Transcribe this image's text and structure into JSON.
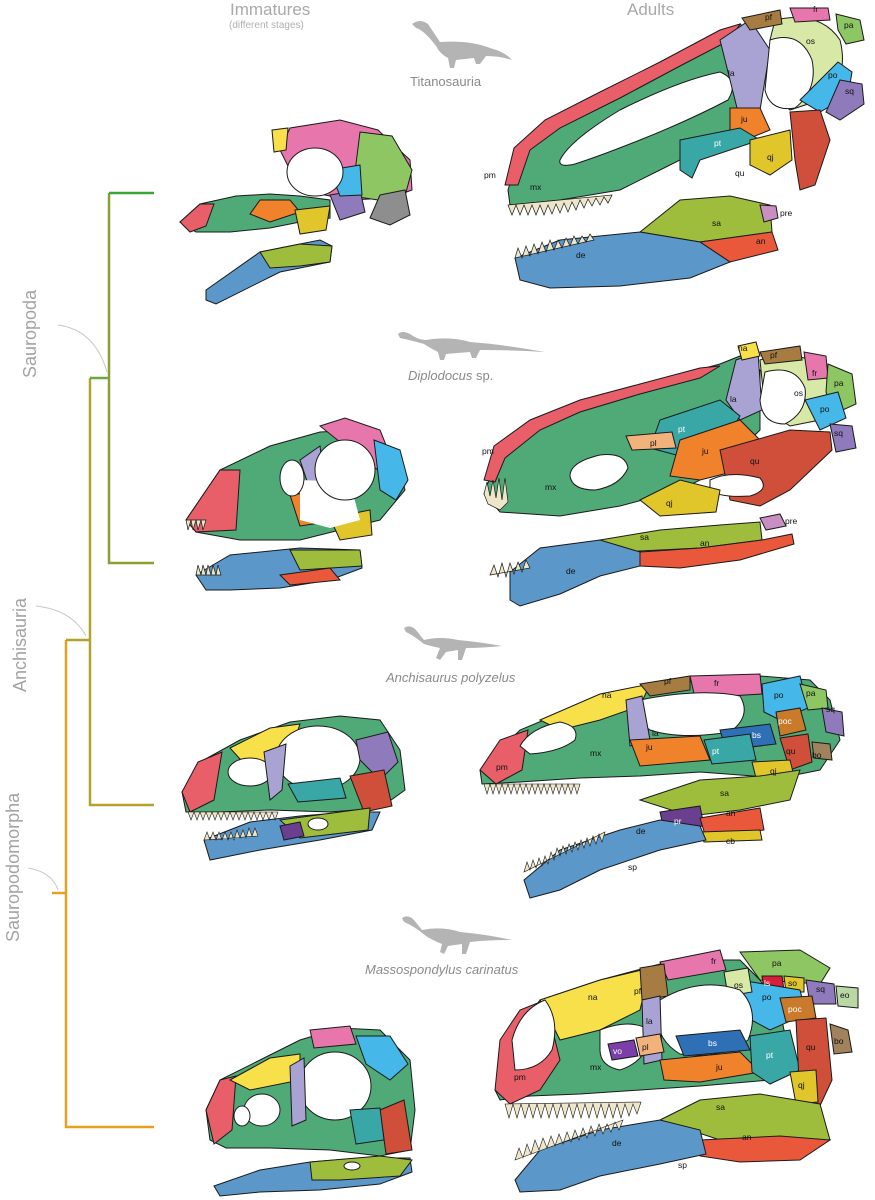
{
  "headers": {
    "immatures": "Immatures",
    "immatures_sub": "(different stages)",
    "adults": "Adults"
  },
  "clades": {
    "sauropoda": "Sauropoda",
    "anchisauria": "Anchisauria",
    "sauropodomorpha": "Sauropodomorpha"
  },
  "taxa": {
    "titanosauria": "Titanosauria",
    "diplodocus_genus": "Diplodocus",
    "diplodocus_sp": " sp.",
    "anchisaurus": "Anchisaurus polyzelus",
    "massospondylus": "Massospondylus carinatus"
  },
  "colors": {
    "sauropoda_branch": "#3aa637",
    "anchisauria_branch": "#8aa032",
    "sauropodomorpha_branch": "#e8a020",
    "maxilla": "#4faa78",
    "dentary": "#5b97c9",
    "jugal": "#f0822c",
    "quadratojugal": "#e0c62a",
    "lacrimal": "#a9a3d3",
    "postorbital": "#45b7e8",
    "squamosal": "#8f7bbb",
    "frontal": "#e776ad",
    "nasal": "#f7e04a",
    "premaxilla": "#e85f6a",
    "surangular": "#9fbd3c",
    "angular": "#e9583a",
    "pterygoid": "#3aa7a7",
    "quadrate": "#cf4f3a",
    "orbitosphenoid": "#d8e8a6",
    "parietal": "#8dc663",
    "prefrontal": "#a67c43"
  },
  "bone_labels": {
    "titanosauria": [
      "pf",
      "fr",
      "pa",
      "os",
      "la",
      "po",
      "sq",
      "ju",
      "pt",
      "qj",
      "qu",
      "pm",
      "mx",
      "sa",
      "pre",
      "an",
      "de"
    ],
    "diplodocus": [
      "na",
      "pf",
      "fr",
      "pa",
      "os",
      "po",
      "la",
      "sq",
      "pt",
      "pl",
      "ju",
      "qu",
      "pm",
      "mx",
      "qj",
      "sa",
      "pre",
      "an",
      "de"
    ],
    "anchisaurus": [
      "na",
      "pf",
      "fr",
      "po",
      "pa",
      "sq",
      "poc",
      "la",
      "bs",
      "qu",
      "pm",
      "mx",
      "ju",
      "pt",
      "qj",
      "bo",
      "sa",
      "pr",
      "an",
      "de",
      "cb",
      "sp"
    ],
    "massospondylus": [
      "fr",
      "pa",
      "pf",
      "os",
      "ls",
      "so",
      "sq",
      "eo",
      "na",
      "la",
      "po",
      "poc",
      "vo",
      "pl",
      "bs",
      "pt",
      "qu",
      "bo",
      "pm",
      "mx",
      "ju",
      "qj",
      "sa",
      "an",
      "de",
      "sp"
    ]
  }
}
